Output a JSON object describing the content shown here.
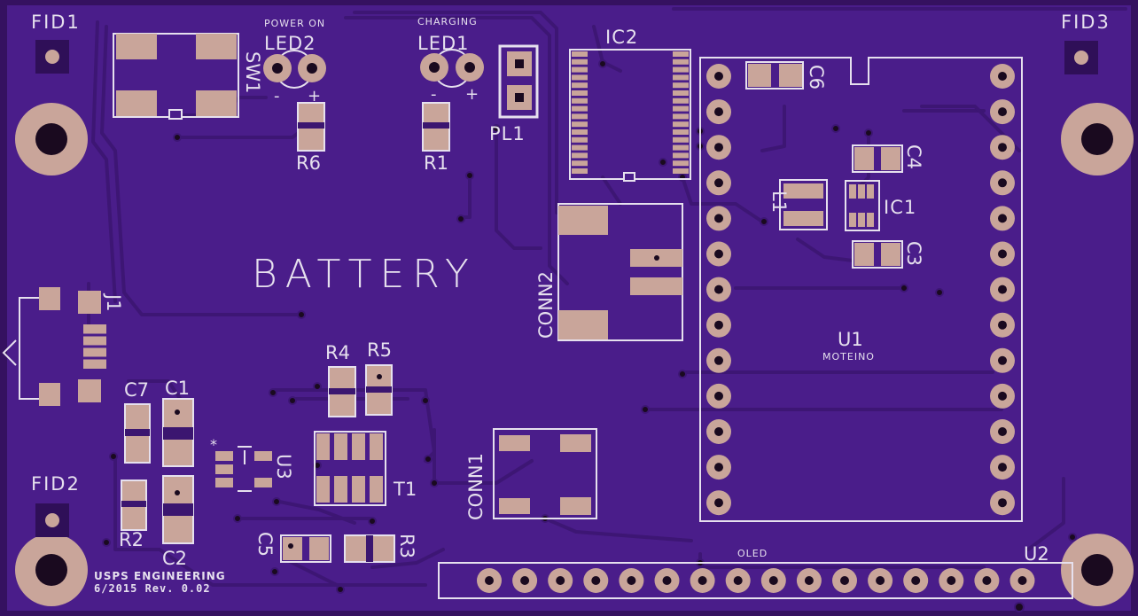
{
  "colors": {
    "board": "#4a1d8a",
    "board_edge": "#351160",
    "trace": "#3d1674",
    "copper": "#c9a59a",
    "silk": "#e6e0ee",
    "drill": "#1a0a1f"
  },
  "fiducials": {
    "fid1": "FID1",
    "fid2": "FID2",
    "fid3": "FID3"
  },
  "leds": {
    "led2_caption": "POWER ON",
    "led2_ref": "LED2",
    "led1_caption": "CHARGING",
    "led1_ref": "LED1",
    "minus": "-",
    "plus": "+"
  },
  "components": {
    "sw1": "SW1",
    "r6": "R6",
    "r1": "R1",
    "pl1": "PL1",
    "ic2": "IC2",
    "c6": "C6",
    "c4": "C4",
    "l1": "L1",
    "ic1": "IC1",
    "c3": "C3",
    "conn2": "CONN2",
    "u1": "U1",
    "u1_value": "MOTEINO",
    "j1": "J1",
    "r4": "R4",
    "r5": "R5",
    "c7": "C7",
    "c1": "C1",
    "u3": "U3",
    "t1": "T1",
    "conn1": "CONN1",
    "r2": "R2",
    "c2": "C2",
    "c5": "C5",
    "r3": "R3",
    "oled": "OLED",
    "u2": "U2",
    "star": "*"
  },
  "board_text": {
    "battery": "BATTERY",
    "company": "USPS ENGINEERING",
    "revision": "6/2015 Rev. 0.02"
  }
}
